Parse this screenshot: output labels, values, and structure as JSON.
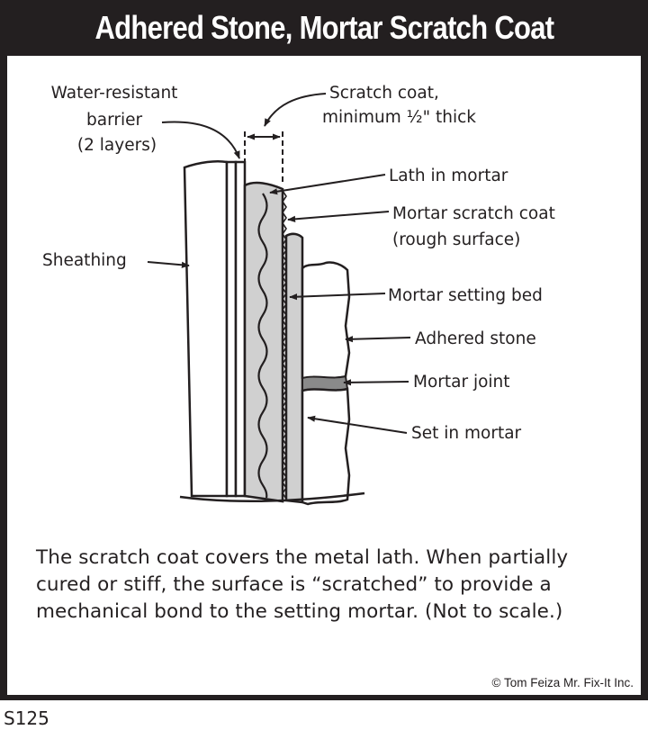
{
  "title": "Adhered Stone, Mortar Scratch Coat",
  "labels": {
    "barrier": [
      "Water-resistant",
      "barrier",
      "(2 layers)"
    ],
    "scratch_coat": [
      "Scratch coat,",
      "minimum ½\" thick"
    ],
    "lath": "Lath in mortar",
    "mortar_scratch": [
      "Mortar scratch coat",
      "(rough surface)"
    ],
    "sheathing": "Sheathing",
    "setting_bed": "Mortar setting bed",
    "adhered_stone": "Adhered stone",
    "mortar_joint": "Mortar joint",
    "set_in_mortar": "Set in mortar"
  },
  "caption": "The scratch coat covers the metal lath. When partially cured or stiff, the surface is “scratched” to provide a mechanical bond to the setting mortar. (Not to scale.)",
  "credit": "© Tom Feiza Mr. Fix-It Inc.",
  "code": "S125",
  "colors": {
    "ink": "#231f20",
    "mortar": "#d0d0d0",
    "joint": "#8a8a8a"
  }
}
